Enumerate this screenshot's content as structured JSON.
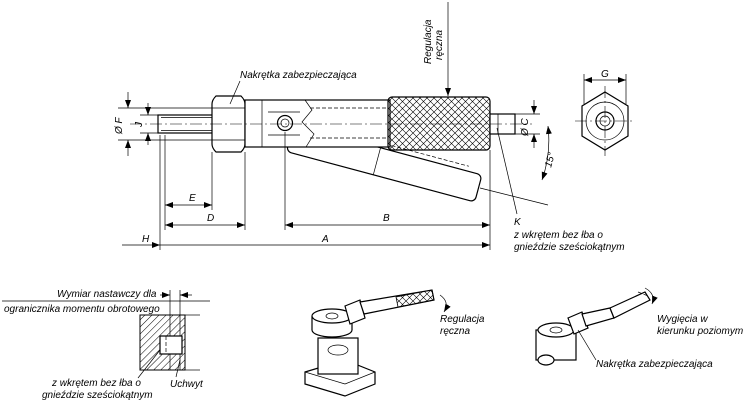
{
  "labels": {
    "manual_adjust_top": [
      "Regulacja",
      "ręczna"
    ],
    "lock_nut_top": "Nakrętka zabezpieczająca",
    "dim_G": "G",
    "dim_F": "Ø F",
    "dim_J": "J",
    "dim_C": "Ø C",
    "angle": "15°",
    "dim_E": "E",
    "dim_D": "D",
    "dim_B": "B",
    "dim_K": "K",
    "set_screw_right": [
      "z wkrętem bez łba o",
      "gnieździe sześciokątnym"
    ],
    "dim_H": "H",
    "dim_A": "A",
    "setting_dim": [
      "Wymiar nastawczy dla",
      "ogranicznika momentu obrotowego"
    ],
    "set_screw_bottom": [
      "z wkrętem bez łba o",
      "gnieździe sześciokątnym"
    ],
    "holder": "Uchwyt",
    "manual_adjust_bottom": [
      "Regulacja",
      "ręczna"
    ],
    "bend": [
      "Wygięcia w",
      "kierunku poziomym"
    ],
    "lock_nut_bottom": "Nakrętka zabezpieczająca"
  }
}
